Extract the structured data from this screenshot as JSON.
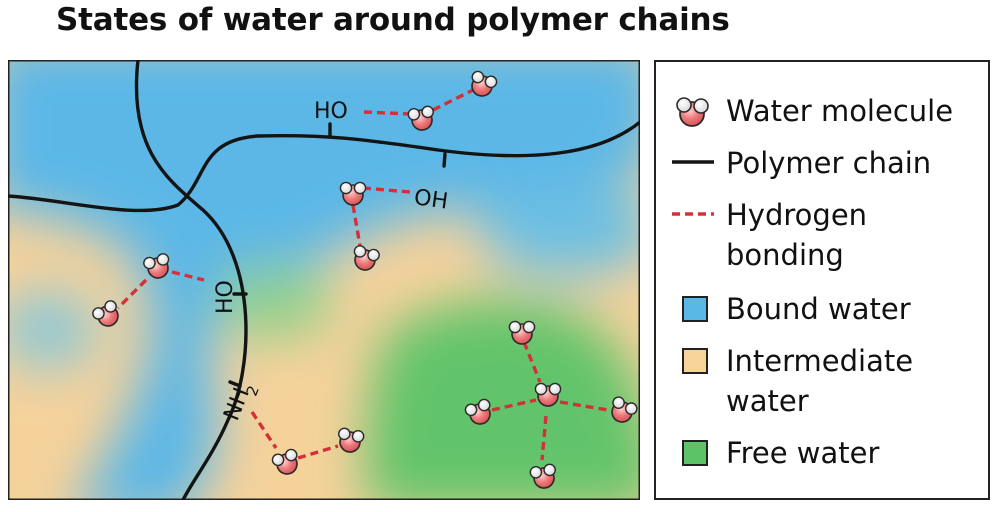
{
  "title": "States of water around polymer chains",
  "labels": {
    "ho_top": "HO",
    "oh_mid": "OH",
    "ho_left": "HO",
    "nh2": "NH",
    "nh2_sub": "2"
  },
  "legend": {
    "water_molecule": "Water molecule",
    "polymer_chain": "Polymer chain",
    "hydrogen_bonding_1": "Hydrogen",
    "hydrogen_bonding_2": "bonding",
    "bound_water": "Bound water",
    "intermediate_water_1": "Intermediate",
    "intermediate_water_2": "water",
    "free_water": "Free water"
  },
  "colors": {
    "bound_water": "#5ab8e6",
    "intermediate_water": "#f8d49a",
    "free_water": "#5cc466",
    "hbond": "#d4303a",
    "oxygen": "#ea6f72",
    "hydrogen": "#ffffff",
    "polymer": "#141414"
  }
}
